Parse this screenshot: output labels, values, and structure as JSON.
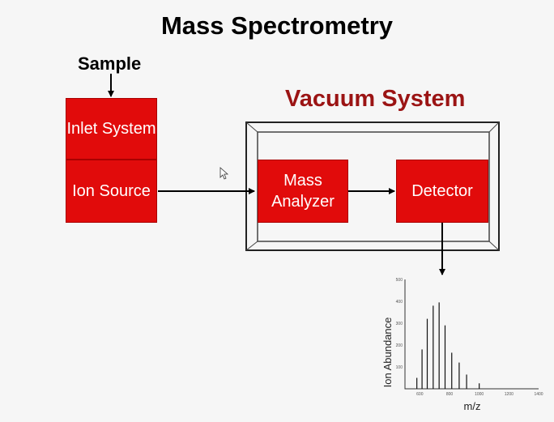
{
  "title": "Mass Spectrometry",
  "sample_label": "Sample",
  "vacuum_label": "Vacuum System",
  "boxes": {
    "inlet": "Inlet System",
    "ion_source": "Ion Source",
    "mass_analyzer": "Mass Analyzer",
    "detector": "Detector"
  },
  "colors": {
    "box_red": "#e10b0b",
    "vacuum_red": "#9b1414"
  },
  "chart_data": {
    "type": "bar",
    "xlabel": "m/z",
    "ylabel": "Ion Abundance",
    "xticks": [
      "600",
      "800",
      "1000",
      "1200",
      "1400"
    ],
    "yticks": [
      "",
      "100",
      "200",
      "300",
      "400",
      "500"
    ],
    "xlim": [
      500,
      1400
    ],
    "ylim": [
      0,
      500
    ],
    "peaks": [
      {
        "x": 580,
        "y": 50
      },
      {
        "x": 615,
        "y": 180
      },
      {
        "x": 650,
        "y": 320
      },
      {
        "x": 690,
        "y": 380
      },
      {
        "x": 730,
        "y": 395
      },
      {
        "x": 770,
        "y": 290
      },
      {
        "x": 815,
        "y": 165
      },
      {
        "x": 865,
        "y": 120
      },
      {
        "x": 915,
        "y": 65
      },
      {
        "x": 1000,
        "y": 25
      }
    ]
  }
}
